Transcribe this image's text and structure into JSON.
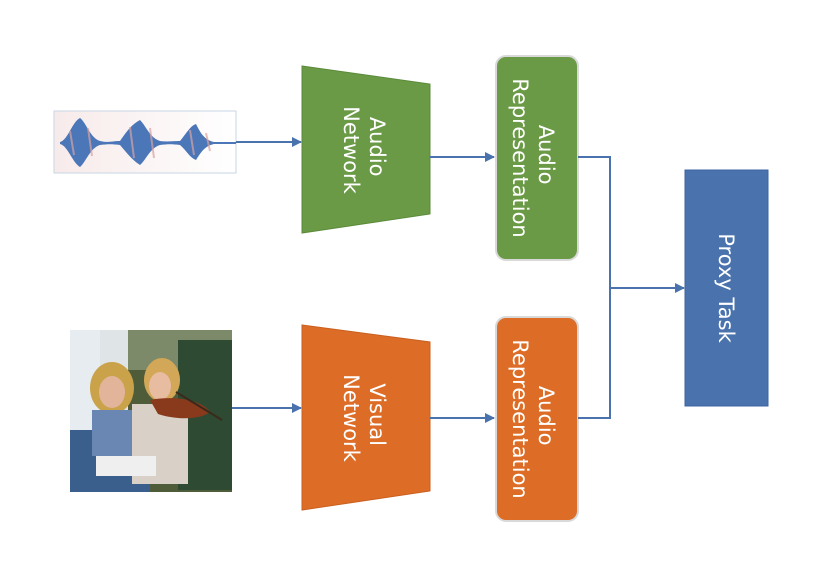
{
  "diagram": {
    "audio_network_label": [
      "Audio",
      "Network"
    ],
    "visual_network_label": [
      "Visual",
      "Network"
    ],
    "audio_representation_top_label": [
      "Audio",
      "Representation"
    ],
    "audio_representation_bottom_label": [
      "Audio",
      "Representation"
    ],
    "proxy_task_label": "Proxy Task",
    "colors": {
      "audio": "#6a9a45",
      "visual": "#dd6d26",
      "proxy": "#4a73ae",
      "arrow": "#4a73ae",
      "waveform": "#4b76b8"
    },
    "icons": [
      "waveform-image",
      "violin-photo-image"
    ]
  }
}
